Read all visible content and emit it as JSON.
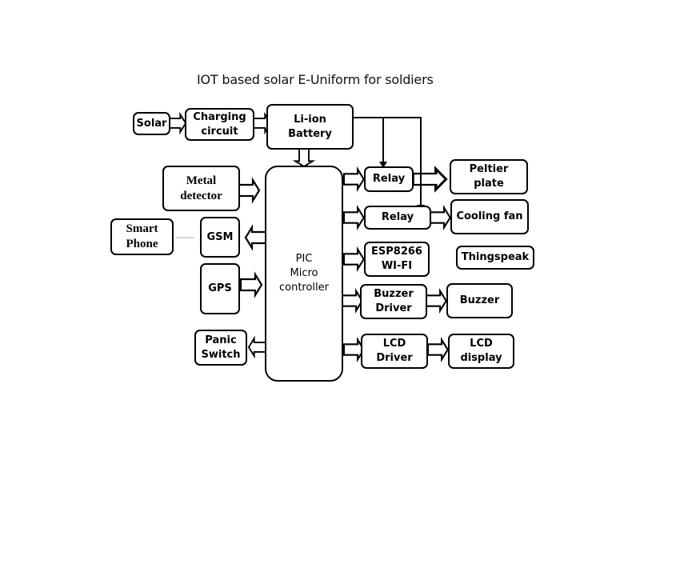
{
  "title": "IOT based solar E-Uniform for soldiers",
  "blocks": {
    "solar": "Solar",
    "charging": "Charging\ncircuit",
    "battery": "Li-ion\nBattery",
    "metal": "Metal\ndetector",
    "smartphone": "Smart\nPhone",
    "gsm": "GSM",
    "gps": "GPS",
    "panic": "Panic\nSwitch",
    "pic": "PIC\nMicro\ncontroller",
    "relay1": "Relay",
    "relay2": "Relay",
    "esp": "ESP8266\nWI-FI",
    "buzzerdriver": "Buzzer\nDriver",
    "lcddriver": "LCD\nDriver",
    "peltier": "Peltier\nplate",
    "fan": "Cooling fan",
    "thingspeak": "Thingspeak",
    "buzzer": "Buzzer",
    "lcd": "LCD\ndisplay"
  },
  "connections": [
    {
      "from": "Solar",
      "to": "Charging circuit"
    },
    {
      "from": "Charging circuit",
      "to": "Li-ion Battery"
    },
    {
      "from": "Li-ion Battery",
      "to": "PIC Micro controller"
    },
    {
      "from": "Li-ion Battery",
      "to": "Relay (Peltier)"
    },
    {
      "from": "Li-ion Battery",
      "to": "Relay (Fan)"
    },
    {
      "from": "Metal detector",
      "to": "PIC Micro controller"
    },
    {
      "from": "PIC Micro controller",
      "to": "GSM"
    },
    {
      "from": "GSM",
      "to": "Smart Phone"
    },
    {
      "from": "GPS",
      "to": "PIC Micro controller"
    },
    {
      "from": "PIC Micro controller",
      "to": "Panic Switch"
    },
    {
      "from": "PIC Micro controller",
      "to": "Relay (Peltier)"
    },
    {
      "from": "PIC Micro controller",
      "to": "Relay (Fan)"
    },
    {
      "from": "PIC Micro controller",
      "to": "ESP8266 WI-FI"
    },
    {
      "from": "PIC Micro controller",
      "to": "Buzzer Driver"
    },
    {
      "from": "PIC Micro controller",
      "to": "LCD Driver"
    },
    {
      "from": "Relay (Peltier)",
      "to": "Peltier plate"
    },
    {
      "from": "Relay (Fan)",
      "to": "Cooling fan"
    },
    {
      "from": "Buzzer Driver",
      "to": "Buzzer"
    },
    {
      "from": "LCD Driver",
      "to": "LCD display"
    }
  ]
}
